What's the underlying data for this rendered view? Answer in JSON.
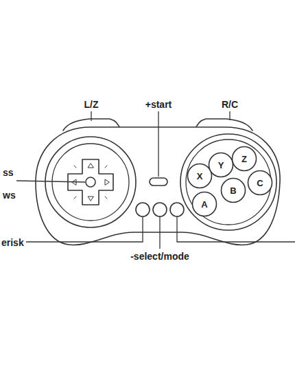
{
  "diagram": {
    "nodes": [
      {
        "text": [
          "X"
        ]
      },
      {
        "text": [
          "Y"
        ]
      },
      {
        "text": [
          "Z"
        ]
      },
      {
        "text": [
          "A"
        ]
      },
      {
        "text": [
          "B"
        ]
      },
      {
        "text": [
          "C"
        ]
      }
    ],
    "labels": [
      "L/Z",
      "+start",
      "R/C",
      "ss",
      "ws",
      "erisk",
      "-select/mode"
    ]
  }
}
